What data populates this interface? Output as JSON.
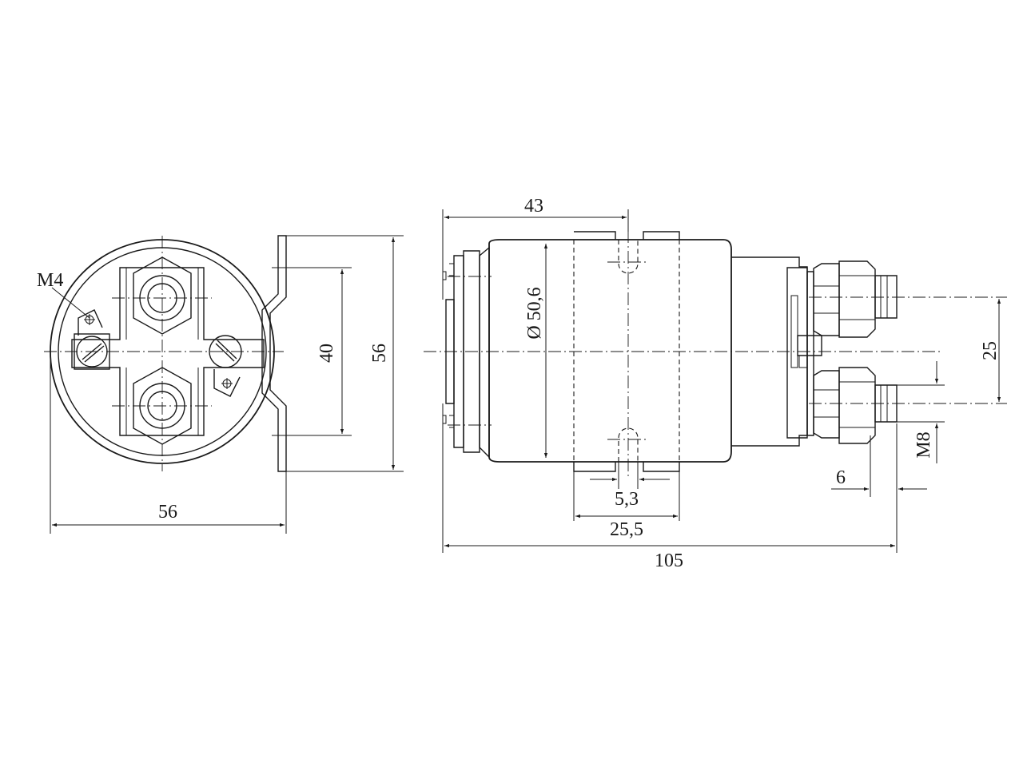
{
  "dimensions": {
    "front_width": "56",
    "front_height": "56",
    "bracket_slot": "40",
    "thread_small": "M4",
    "side_to_mount": "43",
    "body_diameter": "Ø 50,6",
    "slot_width": "5,3",
    "bracket_width": "25,5",
    "overall_length": "105",
    "terminal_spacing": "25",
    "thread_large": "M8",
    "stud_length": "6"
  }
}
